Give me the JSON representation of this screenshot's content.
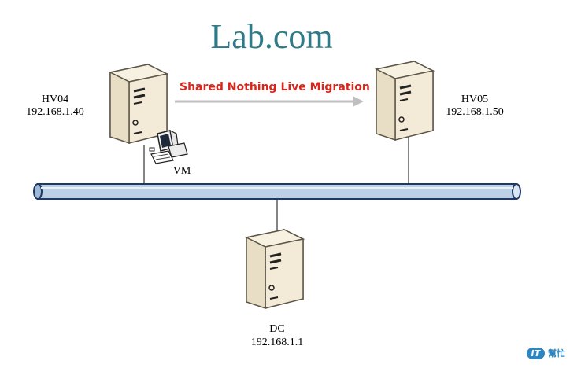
{
  "title": "Lab.com",
  "migration_label": "Shared Nothing Live Migration",
  "nodes": {
    "hv04": {
      "name": "HV04",
      "ip": "192.168.1.40"
    },
    "hv05": {
      "name": "HV05",
      "ip": "192.168.1.50"
    },
    "dc": {
      "name": "DC",
      "ip": "192.168.1.1"
    },
    "vm": {
      "name": "VM"
    }
  },
  "watermark": {
    "logo": "IT",
    "text": "幫忙"
  },
  "colors": {
    "title": "#2f7a86",
    "migration_label": "#d9261c",
    "arrow": "#bfbfbf",
    "bus_fill": "#b8cce4",
    "bus_stroke": "#1f3864",
    "server_body": "#ece3ce",
    "server_edge": "#6b6352",
    "line": "#333333",
    "watermark": "#2e86c1"
  },
  "icons": {
    "server": "server-tower-icon",
    "workstation": "workstation-icon"
  }
}
